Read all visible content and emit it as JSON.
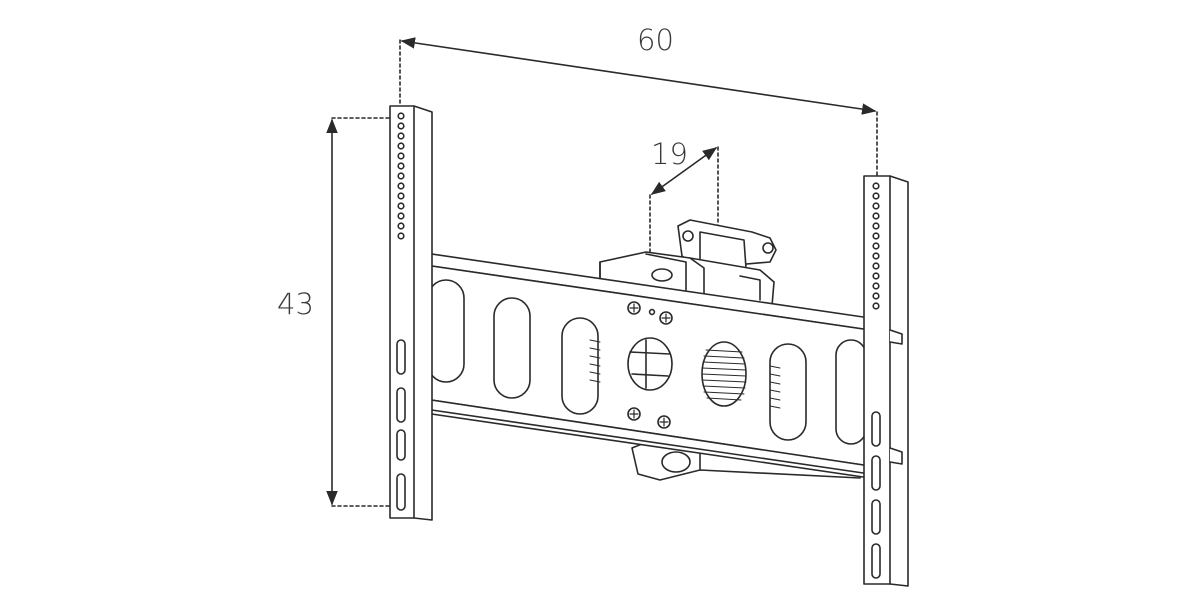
{
  "dimensions": {
    "width_label": "60",
    "height_label": "43",
    "depth_label": "19"
  },
  "colors": {
    "line": "#2a2a2a",
    "bracket_fill": "#ffffff",
    "background": "#ffffff"
  }
}
